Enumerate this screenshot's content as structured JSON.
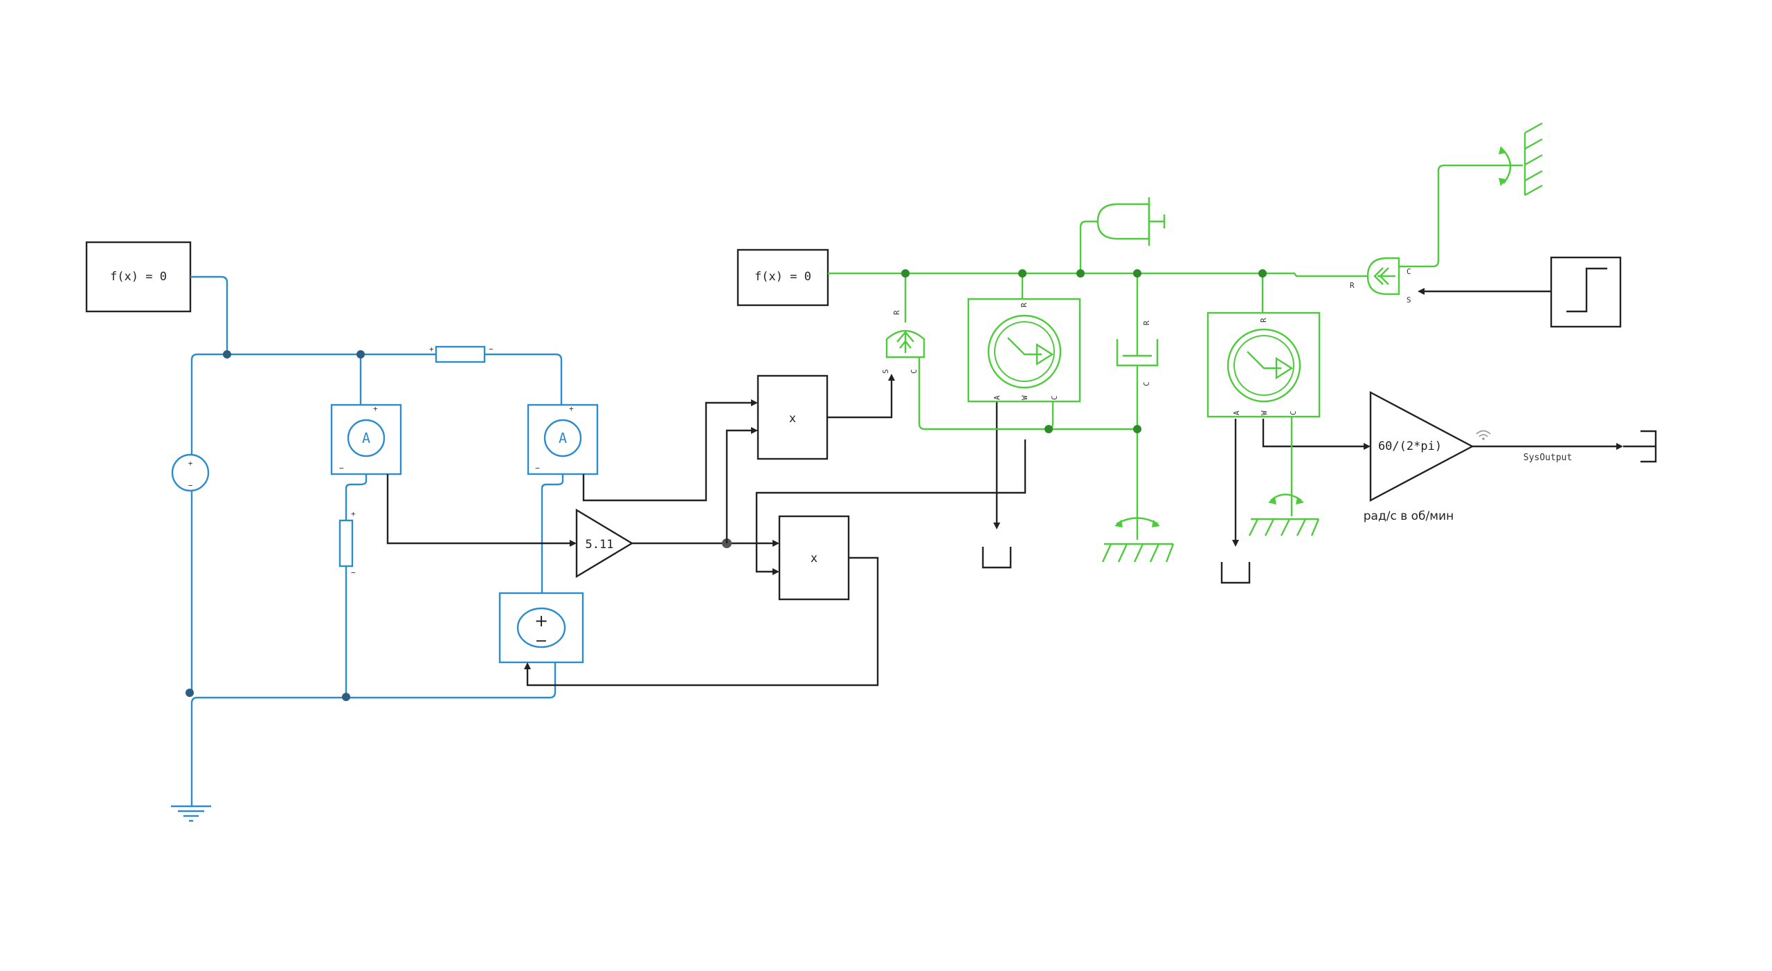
{
  "blocks": {
    "solver_left": "f(x) = 0",
    "solver_right": "f(x) = 0",
    "gain": "5.11",
    "product_top": "x",
    "product_bottom": "x",
    "rpm_gain": "60/(2*pi)",
    "rpm_caption": "рад/с в об/мин",
    "output_signal": "SysOutput"
  },
  "pins": {
    "plus": "+",
    "minus": "−",
    "ammeter": "A",
    "R": "R",
    "C": "C",
    "S": "S",
    "A": "A",
    "W": "W"
  },
  "colors": {
    "electrical": "#2a8ccf",
    "mechanical": "#4ccc3a",
    "signal": "#222222"
  }
}
